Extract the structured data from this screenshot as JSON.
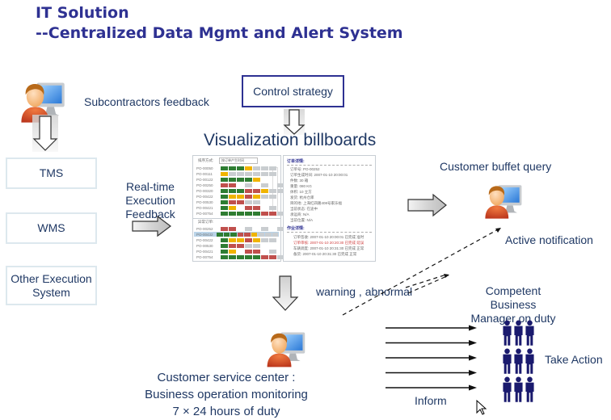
{
  "title": {
    "line1": "IT Solution",
    "line2": "--Centralized Data Mgmt and Alert System"
  },
  "colors": {
    "title": "#2e3192",
    "text": "#1f3864",
    "box_border": "#dde8ee",
    "control_border": "#2e3192",
    "people": "#1a1a6e"
  },
  "subcontractor": {
    "label": "Subcontractors feedback",
    "icon": "user-computer-icon"
  },
  "control_strategy": {
    "label": "Control strategy"
  },
  "billboards": {
    "title": "Visualization billboards",
    "left_panel": {
      "header_label": "排序方式:",
      "dropdown_value": "按订单产生时间",
      "rows": [
        {
          "id": "PO-00050",
          "cells": "gggysss s"
        },
        {
          "id": "PO-00111",
          "cells": "yssssss"
        },
        {
          "id": "PO-00122",
          "cells": "ggggy"
        },
        {
          "id": "PO-00250",
          "cells": "rr s s s"
        },
        {
          "id": "PO-00320",
          "cells": "gggrryss"
        },
        {
          "id": "PO-00422",
          "cells": "gyyryss"
        },
        {
          "id": "PO-00530",
          "cells": "grrss"
        },
        {
          "id": "PO-00421",
          "cells": "gy rr s"
        },
        {
          "id": "PO-00754",
          "cells": "gggggrrs"
        }
      ],
      "section2_label": "异常订单:",
      "rows2": [
        {
          "id": "PO-00252",
          "cells": "rr s s s"
        },
        {
          "id": "PO-00432",
          "cells": "gggrrysss",
          "selected": true
        },
        {
          "id": "PO-00422",
          "cells": "gyyryss"
        },
        {
          "id": "PO-00530",
          "cells": "grrss"
        },
        {
          "id": "PO-00421",
          "cells": "gy rr s"
        },
        {
          "id": "PO-00754",
          "cells": "gggggrrs"
        }
      ]
    },
    "right_panel": {
      "header": "订单详情:",
      "details": [
        "订单号:  PO-00252",
        "订单生成时间:  2007-01-10 20:00:01",
        "件数:  30 箱",
        "重量:  080 KG",
        "体积:  10 立方",
        "发货:  杭州仓库",
        "目的地:  上海红四路408号家乐福",
        "当前状态:  在途中",
        "承运商:  N/A",
        "当前位置:  N/A"
      ],
      "section2": "作业详情:",
      "ops": [
        {
          "text": "订单签收:  2007-01-10 20:00:01  已完成  准时",
          "alert": false
        },
        {
          "text": "订单审核:  2007-01-10 20:20:30  已完成  延误",
          "alert": true
        },
        {
          "text": "车辆调度:  2007-01-10 20:31:30  已完成  正常",
          "alert": false
        },
        {
          "text": "备货:  2007-01-10 20:31:30  已完成  正常",
          "alert": false
        }
      ]
    }
  },
  "systems": [
    {
      "label": "TMS"
    },
    {
      "label": "WMS"
    },
    {
      "label": "Other Execution System"
    }
  ],
  "feedback": {
    "label": "Real-time Execution Feedback"
  },
  "customer_query": {
    "label": "Customer buffet query",
    "icon": "user-computer-icon"
  },
  "active_notification": {
    "label": "Active notification"
  },
  "warning": {
    "label": "warning ,   abnormal"
  },
  "service_center": {
    "line1": "Customer service center :",
    "line2": "Business operation monitoring",
    "line3": "7 × 24 hours of duty"
  },
  "managers": {
    "label": "Competent  Business Manager on duty",
    "count": 9
  },
  "take_action": {
    "label": "Take Action"
  },
  "inform": {
    "label": "Inform",
    "arrow_count": 5
  }
}
